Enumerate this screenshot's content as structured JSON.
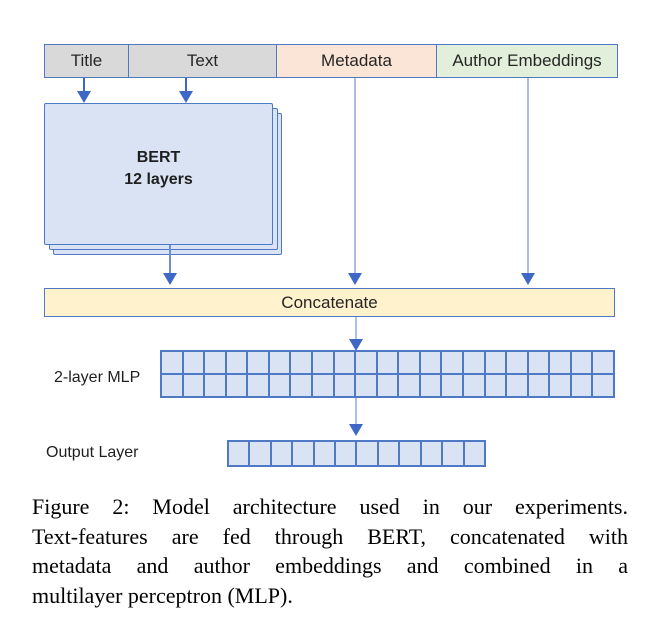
{
  "colors": {
    "border-blue": "#4f79c5",
    "fill-blue": "#dae3f3",
    "fill-gray": "#d9d9d9",
    "fill-peach": "#fbe5d6",
    "fill-green": "#e2efda",
    "fill-cream": "#fff2cc",
    "arrow-solid": "#3e68c6",
    "arrow-light": "#a9bfe6",
    "text-dark": "#262626"
  },
  "diagram": {
    "input_row": {
      "segments": [
        {
          "label": "Title",
          "fill": "#d9d9d9"
        },
        {
          "label": "Text",
          "fill": "#d9d9d9"
        },
        {
          "label": "Metadata",
          "fill": "#fbe5d6"
        },
        {
          "label": "Author Embeddings",
          "fill": "#e2efda"
        }
      ]
    },
    "bert": {
      "line1": "BERT",
      "line2": "12 layers"
    },
    "concatenate": {
      "label": "Concatenate"
    },
    "mlp": {
      "label": "2-layer MLP",
      "rows": 2,
      "cols": 21
    },
    "output": {
      "label": "Output Layer",
      "rows": 1,
      "cols": 12
    }
  },
  "caption": {
    "lines": [
      "Figure 2: Model architecture used in our experiments.",
      "Text-features are fed through BERT, concatenated with",
      "metadata and author embeddings and combined in a",
      "multilayer perceptron (MLP)."
    ]
  }
}
